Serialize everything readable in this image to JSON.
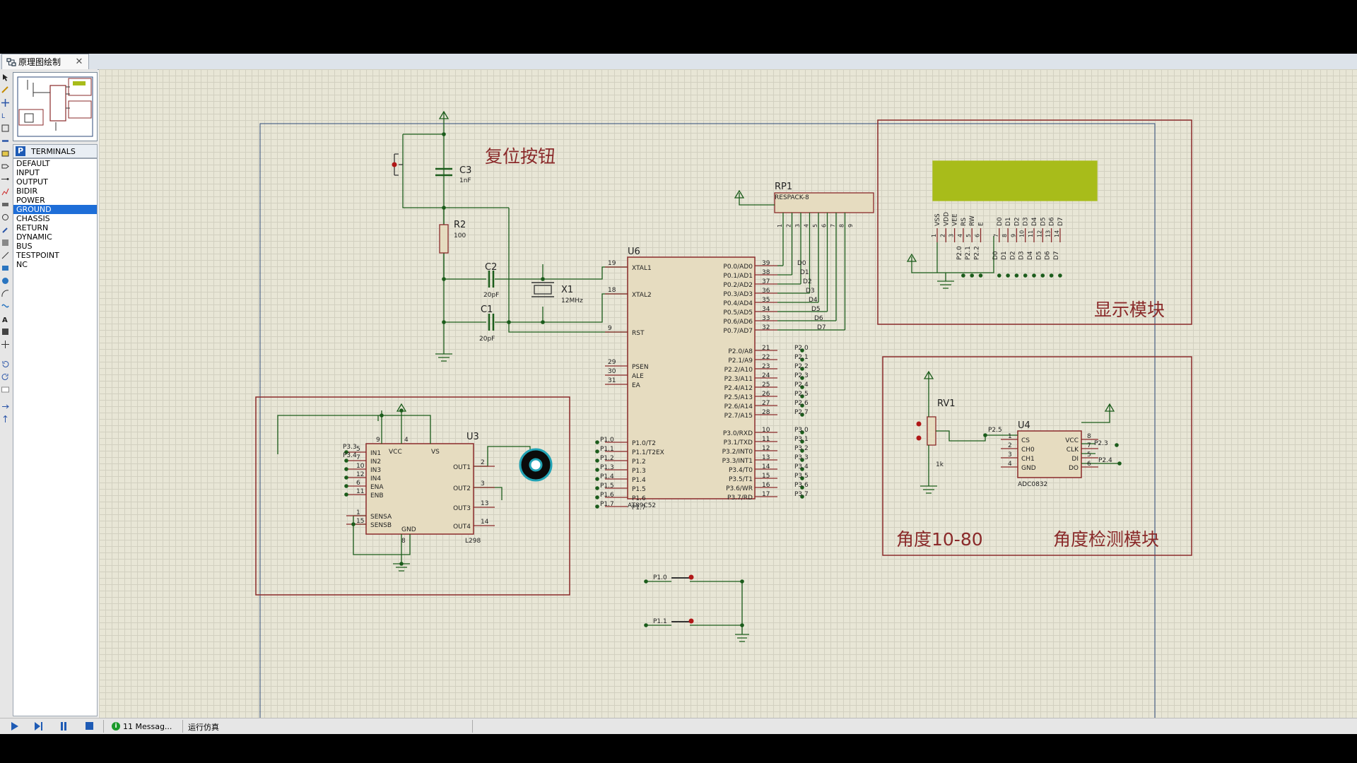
{
  "tab": {
    "label": "原理图绘制",
    "close": "✕"
  },
  "terminals_panel": {
    "header": "TERMINALS",
    "mode_button": "P",
    "items": [
      "DEFAULT",
      "INPUT",
      "OUTPUT",
      "BIDIR",
      "POWER",
      "GROUND",
      "CHASSIS",
      "RETURN",
      "DYNAMIC",
      "BUS",
      "TESTPOINT",
      "NC"
    ],
    "selected": "GROUND"
  },
  "schematic": {
    "section_labels": {
      "reset": "复位按钮",
      "display": "显示模块",
      "angle_detect": "角度检测模块",
      "angle_range": "角度10-80"
    },
    "u6": {
      "ref": "U6",
      "part": "AT89C52",
      "left_pins": [
        [
          "19",
          "XTAL1"
        ],
        [
          "18",
          "XTAL2"
        ],
        [
          "9",
          "RST"
        ],
        [
          "29",
          "PSEN"
        ],
        [
          "30",
          "ALE"
        ],
        [
          "31",
          "EA"
        ]
      ],
      "p1_pins": [
        "P1.0/T2",
        "P1.1/T2EX",
        "P1.2",
        "P1.3",
        "P1.4",
        "P1.5",
        "P1.6",
        "P1.7"
      ],
      "p0_pins": [
        [
          "39",
          "P0.0/AD0"
        ],
        [
          "38",
          "P0.1/AD1"
        ],
        [
          "37",
          "P0.2/AD2"
        ],
        [
          "36",
          "P0.3/AD3"
        ],
        [
          "35",
          "P0.4/AD4"
        ],
        [
          "34",
          "P0.5/AD5"
        ],
        [
          "33",
          "P0.6/AD6"
        ],
        [
          "32",
          "P0.7/AD7"
        ]
      ],
      "p2_pins": [
        [
          "21",
          "P2.0/A8"
        ],
        [
          "22",
          "P2.1/A9"
        ],
        [
          "23",
          "P2.2/A10"
        ],
        [
          "24",
          "P2.3/A11"
        ],
        [
          "25",
          "P2.4/A12"
        ],
        [
          "26",
          "P2.5/A13"
        ],
        [
          "27",
          "P2.6/A14"
        ],
        [
          "28",
          "P2.7/A15"
        ]
      ],
      "p3_pins": [
        [
          "10",
          "P3.0/RXD"
        ],
        [
          "11",
          "P3.1/TXD"
        ],
        [
          "12",
          "P3.2/INT0"
        ],
        [
          "13",
          "P3.3/INT1"
        ],
        [
          "14",
          "P3.4/T0"
        ],
        [
          "15",
          "P3.5/T1"
        ],
        [
          "16",
          "P3.6/WR"
        ],
        [
          "17",
          "P3.7/RD"
        ]
      ],
      "p1_net_labels": [
        "P1.0",
        "P1.1",
        "P1.2",
        "P1.3",
        "P1.4",
        "P1.5",
        "P1.6",
        "P1.7"
      ],
      "p2_net_labels": [
        "P2.0",
        "P2.1",
        "P2.2",
        "P2.3",
        "P2.4",
        "P2.5",
        "P2.6",
        "P2.7"
      ],
      "p3_net_labels": [
        "P3.0",
        "P3.1",
        "P3.2",
        "P3.3",
        "P3.4",
        "P3.5",
        "P3.6",
        "P3.7"
      ],
      "p0_net_labels": [
        "D0",
        "D1",
        "D2",
        "D3",
        "D4",
        "D5",
        "D6",
        "D7"
      ]
    },
    "rp1": {
      "ref": "RP1",
      "part": "RESPACK-8",
      "pins": [
        "1",
        "2",
        "3",
        "4",
        "5",
        "6",
        "7",
        "8",
        "9"
      ]
    },
    "c3": {
      "ref": "C3",
      "value": "1nF"
    },
    "r2": {
      "ref": "R2",
      "value": "100"
    },
    "c2": {
      "ref": "C2",
      "value": "20pF"
    },
    "c1": {
      "ref": "C1",
      "value": "20pF"
    },
    "x1": {
      "ref": "X1",
      "value": "12MHz"
    },
    "lcd": {
      "pins": [
        "VSS",
        "VDD",
        "VEE",
        "RS",
        "RW",
        "E",
        "D0",
        "D1",
        "D2",
        "D3",
        "D4",
        "D5",
        "D6",
        "D7"
      ],
      "pin_nums": [
        "1",
        "2",
        "3",
        "4",
        "5",
        "6",
        "7",
        "8",
        "9",
        "10",
        "11",
        "12",
        "13",
        "14"
      ],
      "nets": [
        "P2.0",
        "P2.1",
        "P2.2",
        "D0",
        "D1",
        "D2",
        "D3",
        "D4",
        "D5",
        "D6",
        "D7"
      ],
      "color": "#a8bc1a"
    },
    "u3": {
      "ref": "U3",
      "part": "L298",
      "left_pins": [
        [
          "5",
          "IN1"
        ],
        [
          "7",
          "IN2"
        ],
        [
          "10",
          "IN3"
        ],
        [
          "12",
          "IN4"
        ],
        [
          "6",
          "ENA"
        ],
        [
          "11",
          "ENB"
        ],
        [
          "1",
          "SENSA"
        ],
        [
          "15",
          "SENSB"
        ]
      ],
      "right_pins": [
        [
          "2",
          "OUT1"
        ],
        [
          "3",
          "OUT2"
        ],
        [
          "13",
          "OUT3"
        ],
        [
          "14",
          "OUT4"
        ]
      ],
      "top_pins": [
        [
          "9",
          "VCC"
        ],
        [
          "4",
          "VS"
        ]
      ],
      "bottom_pin": [
        "8",
        "GND"
      ],
      "net_labels": [
        "P3.3",
        "P3.4"
      ]
    },
    "u4": {
      "ref": "U4",
      "part": "ADC0832",
      "left_pins": [
        [
          "1",
          "CS"
        ],
        [
          "2",
          "CH0"
        ],
        [
          "3",
          "CH1"
        ],
        [
          "4",
          "GND"
        ]
      ],
      "right_pins": [
        [
          "8",
          "VCC"
        ],
        [
          "7",
          "CLK"
        ],
        [
          "5",
          "DI"
        ],
        [
          "6",
          "DO"
        ]
      ],
      "net_labels": [
        "P2.5",
        "P2.3",
        "P2.4"
      ]
    },
    "rv1": {
      "ref": "RV1",
      "value": "1k"
    },
    "buttons": [
      "P1.0",
      "P1.1"
    ]
  },
  "status": {
    "messages": "11 Messag...",
    "state": "运行仿真"
  }
}
